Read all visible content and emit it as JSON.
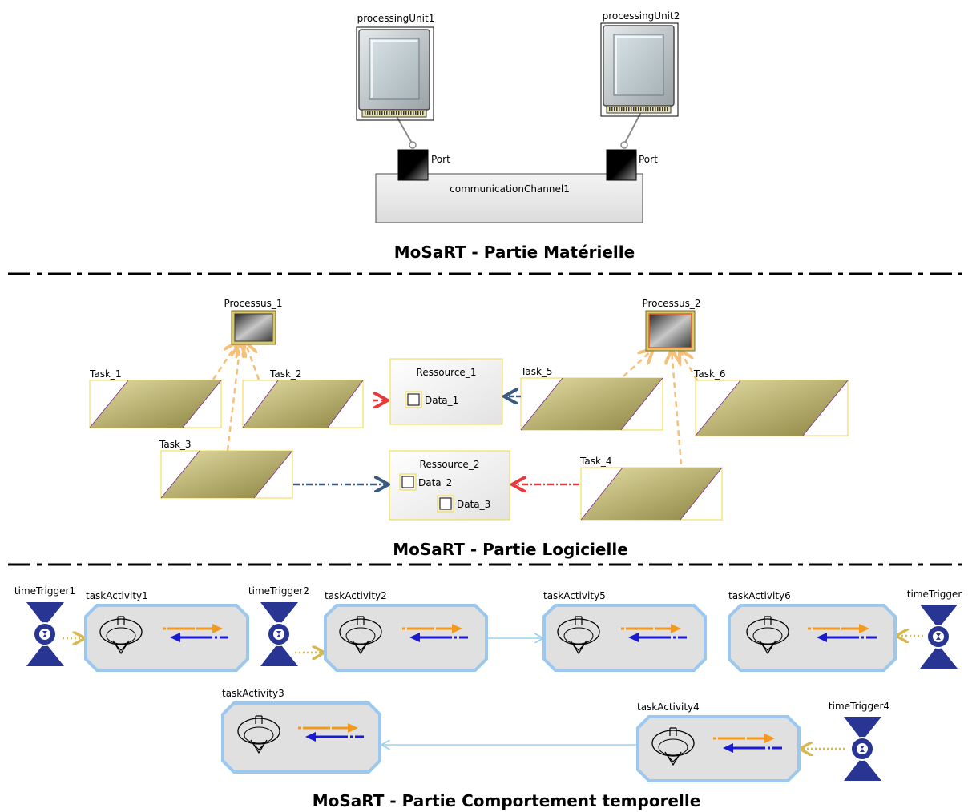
{
  "hardware": {
    "unit1": "processingUnit1",
    "unit2": "processingUnit2",
    "port1": "Port",
    "port2": "Port",
    "channel": "communicationChannel1",
    "title": "MoSaRT - Partie Matérielle"
  },
  "software": {
    "process1": "Processus_1",
    "process2": "Processus_2",
    "task1": "Task_1",
    "task2": "Task_2",
    "task3": "Task_3",
    "task4": "Task_4",
    "task5": "Task_5",
    "task6": "Task_6",
    "resource1": {
      "name": "Ressource_1",
      "data": [
        "Data_1"
      ]
    },
    "resource2": {
      "name": "Ressource_2",
      "data": [
        "Data_2",
        "Data_3"
      ]
    },
    "title": "MoSaRT - Partie Logicielle"
  },
  "behaviour": {
    "trigger1": "timeTrigger1",
    "trigger2": "timeTrigger2",
    "trigger3": "timeTrigger",
    "trigger4": "timeTrigger4",
    "activity1": "taskActivity1",
    "activity2": "taskActivity2",
    "activity3": "taskActivity3",
    "activity4": "taskActivity4",
    "activity5": "taskActivity5",
    "activity6": "taskActivity6",
    "title": "MoSaRT - Partie Comportement temporelle"
  },
  "colors": {
    "task_fill": "#c9c07c",
    "task_border": "#f0d840",
    "dependency_arrow": "#f5c07a",
    "write_arrow": "#e83a3a",
    "read_arrow": "#3a5a80",
    "activity_border": "#9cc8f0",
    "trigger": "#283593"
  }
}
